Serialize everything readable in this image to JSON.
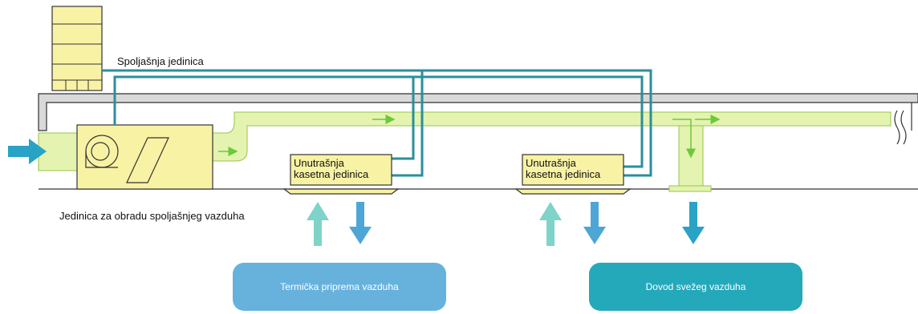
{
  "labels": {
    "outdoor_unit": "Spoljašnja jedinica",
    "air_handling_unit": "Jedinica za obradu spoljašnjeg vazduha",
    "indoor_unit_1_line1": "Unutrašnja",
    "indoor_unit_1_line2": "kasetna jedinica",
    "indoor_unit_2_line1": "Unutrašnja",
    "indoor_unit_2_line2": "kasetna jedinica"
  },
  "buttons": {
    "thermal": "Termička priprema vazduha",
    "fresh_air": "Dovod svežeg vazduha"
  },
  "colors": {
    "pipe": "#2a8f9b",
    "duct": "#e4f3b0",
    "duct_edge": "#97c44a",
    "unit_fill": "#f8f2a4",
    "unit_stroke": "#333333",
    "arrow_return": "#7fd3c8",
    "arrow_supply": "#4da6d6",
    "arrow_inlet": "#29a3c5",
    "pill_thermal": "#66b2dd",
    "pill_fresh": "#24a9bb",
    "ceiling": "#d9d9d9"
  }
}
